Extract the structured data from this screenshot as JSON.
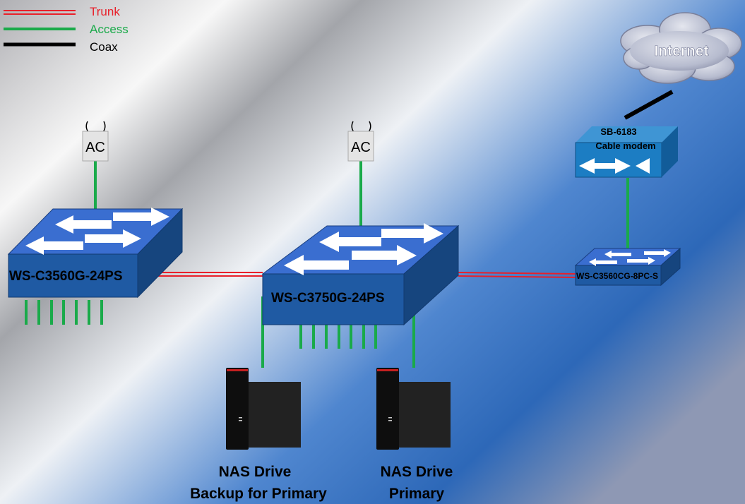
{
  "legend": {
    "trunk": "Trunk",
    "access": "Access",
    "coax": "Coax",
    "colors": {
      "trunk": "#e8202a",
      "access": "#1aaa4a",
      "coax": "#000000"
    }
  },
  "internet": {
    "label": "Internet"
  },
  "modem": {
    "line1": "SB-6183",
    "line2": "Cable modem"
  },
  "switches": {
    "left": {
      "label": "WS-C3560G-24PS"
    },
    "center": {
      "label": "WS-C3750G-24PS"
    },
    "right": {
      "label": "WS-C3560CG-8PC-S"
    }
  },
  "access_points": {
    "left": "AC",
    "center": "AC"
  },
  "nas": {
    "backup": {
      "line1": "NAS Drive",
      "line2": "Backup for Primary"
    },
    "primary": {
      "line1": "NAS Drive",
      "line2": "Primary"
    }
  },
  "colors": {
    "switch_top": "#3a6ed0",
    "switch_front": "#1f5aa3",
    "switch_side": "#16457e"
  }
}
